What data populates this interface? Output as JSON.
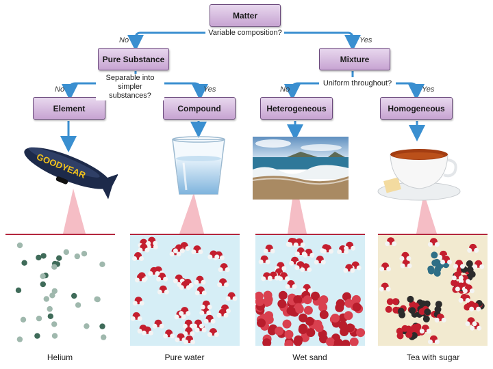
{
  "nodes": {
    "matter": "Matter",
    "pure_substance": "Pure Substance",
    "mixture": "Mixture",
    "element": "Element",
    "compound": "Compound",
    "heterogeneous": "Heterogeneous",
    "homogeneous": "Homogeneous"
  },
  "questions": {
    "variable_composition": "Variable composition?",
    "separable": "Separable into simpler substances?",
    "uniform": "Uniform throughout?"
  },
  "branches": {
    "no": "No",
    "yes": "Yes"
  },
  "blimp_text": "GOODYEAR",
  "captions": {
    "helium": "Helium",
    "pure_water": "Pure water",
    "wet_sand": "Wet sand",
    "tea_with_sugar": "Tea with sugar"
  },
  "colors": {
    "node_fill": "#c7a4d2",
    "node_border": "#6b4a7c",
    "arrow": "#3a8fd0",
    "pointer": "#f4b6bf",
    "panel_rule": "#b3263d"
  }
}
